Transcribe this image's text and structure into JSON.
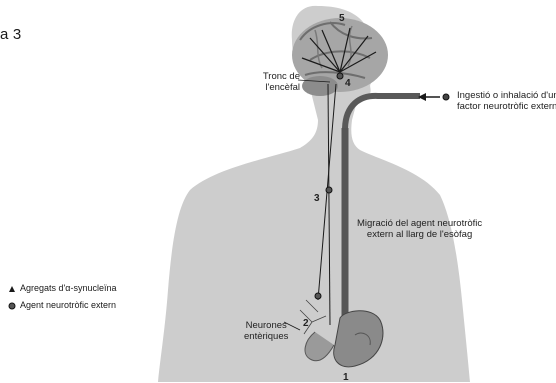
{
  "figure": {
    "label": "a 3"
  },
  "labels": {
    "brainstem": "Tronc de\nl'encèfal",
    "ingestion_line1": "Ingestió o inhalació d'un",
    "ingestion_line2": "factor neurotròfic extern",
    "migration_line1": "Migració del agent neurotròfic",
    "migration_line2": "extern al llarg de l'esòfag",
    "enteric_line1": "Neurones",
    "enteric_line2": "entèriques"
  },
  "markers": {
    "step1": "1",
    "step2": "2",
    "step3": "3",
    "step4": "4",
    "step5": "5"
  },
  "legend": {
    "aggregates_symbol": "triangle-icon",
    "aggregates_label": "Agregats d'α-synucleïna",
    "agent_symbol": "dot-icon",
    "agent_label": "Agent neurotròfic extern"
  },
  "colors": {
    "silhouette": "#c8c8c8",
    "brain": "#9a9a9a",
    "esophagus": "#5a5a5a",
    "dark": "#222222"
  }
}
